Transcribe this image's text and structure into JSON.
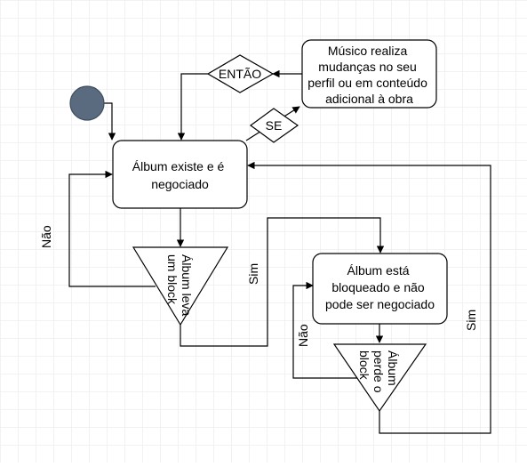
{
  "colors": {
    "grid": "#e6e6e6",
    "stroke": "#000000",
    "fill": "#ffffff",
    "start_node": "#5a6b80"
  },
  "nodes": {
    "musician_changes": [
      "Músico realiza",
      "mudanças no seu",
      "perfil ou em conteúdo",
      "adicional à obra"
    ],
    "album_exists": [
      "Álbum existe e é",
      "negociado"
    ],
    "album_blocked": [
      "Álbum está",
      "bloqueado e não",
      "pode ser negociado"
    ],
    "album_gets_block": [
      "Álbum leva",
      "um block"
    ],
    "album_loses_block": [
      "Álbum",
      "perde o",
      "block"
    ]
  },
  "labels": {
    "entao": "ENTÃO",
    "se": "SE",
    "nao_left": "Não",
    "sim_mid": "Sim",
    "nao_inner": "Não",
    "sim_right": "Sim"
  }
}
